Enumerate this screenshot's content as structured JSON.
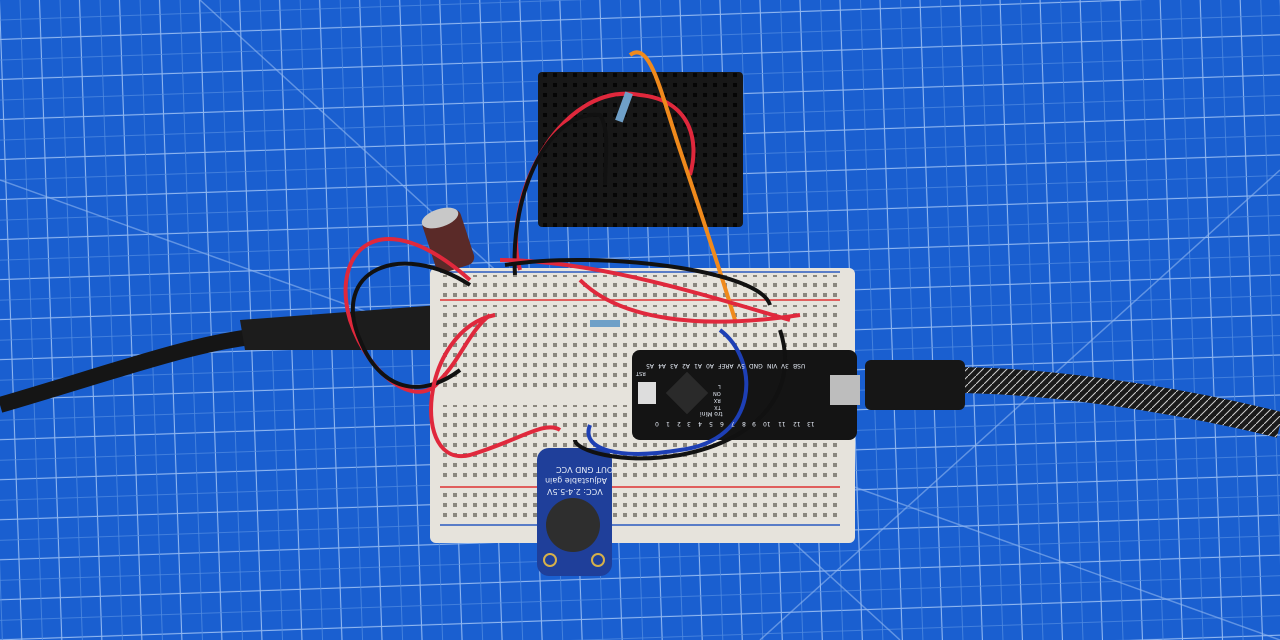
{
  "photo": {
    "colors": {
      "mat": "#1a5fd0",
      "grid": "#8fb6f0",
      "breadboard": "#e6e3dc",
      "mini_breadboard": "#151515",
      "mic_board": "#1f3f9a",
      "controller_board": "#141414",
      "wire_red": "#e0283c",
      "wire_black": "#111111",
      "wire_orange": "#f08a1c",
      "wire_blue": "#1d3fb5"
    }
  },
  "mic_board": {
    "pins_label": "OUT GND VCC",
    "gain_label": "Adjustable gain",
    "voltage_label": "VCC: 2.4-5.5V"
  },
  "controller_board": {
    "pin_labels_top": [
      "A5",
      "A4",
      "A3",
      "A2",
      "A1",
      "A0",
      "AREF",
      "5V",
      "GND",
      "VIN",
      "3V",
      "USB"
    ],
    "pin_labels_bottom": [
      "0",
      "1",
      "2",
      "3",
      "4",
      "5",
      "6",
      "7",
      "8",
      "9",
      "10",
      "11",
      "12",
      "13"
    ],
    "led_labels": [
      "L",
      "ON",
      "RX",
      "TX"
    ],
    "reset_label": "RST",
    "name_fragment": "tro Mini"
  }
}
